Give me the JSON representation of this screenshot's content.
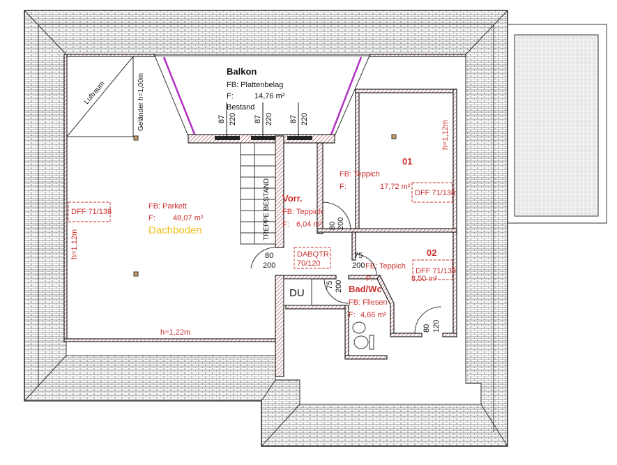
{
  "colors": {
    "room_text": "#cc2f2f",
    "attic_label": "#f0c020",
    "balcony_edge": "#b030c0",
    "wall_hatch": "#a04040"
  },
  "balkon": {
    "name": "Balkon",
    "floor": "FB: Plattenbelag",
    "area_label": "F:",
    "area": "14,76 m²",
    "note": "Bestand"
  },
  "windows": [
    {
      "w": "87",
      "h": "220"
    },
    {
      "w": "87",
      "h": "220"
    },
    {
      "w": "87",
      "h": "220"
    }
  ],
  "dachboden": {
    "name": "Dachboden",
    "floor": "FB: Parkett",
    "area_label": "F:",
    "area": "48,07 m²",
    "window": "DFF 71/138",
    "height_side": "h=1,12m",
    "height_bottom": "h=1,22m",
    "luftraum": "Luftraum",
    "gelaender": "Geländer h=1,00m"
  },
  "treppe": "TREPPE BESTAND",
  "vorr": {
    "name": "Vorr.",
    "floor": "FB: Teppich",
    "area_label": "F:",
    "area": "6,04 m²",
    "door_w": "80",
    "door_h": "200"
  },
  "room01": {
    "name": "01",
    "floor": "FB: Teppich",
    "area_label": "F:",
    "area": "17,72 m²",
    "window": "DFF 71/138",
    "height": "h=1,12m"
  },
  "room02": {
    "name": "02",
    "floor": "FB: Teppich",
    "area_label": "F:",
    "area": "8,50 m²",
    "window": "DFF 71/138",
    "door_w": "75",
    "door_h": "200",
    "door2_w": "80",
    "door2_h": "120"
  },
  "dabqtr": {
    "line1": "DABQTR",
    "line2": "70/120"
  },
  "stair_door": {
    "w": "80",
    "h": "200"
  },
  "du": "DU",
  "bad": {
    "name": "Bad/Wc",
    "floor": "FB: Fliesen",
    "area_label": "F:",
    "area": "4,66 m²",
    "door_w": "75",
    "door_h": "200"
  }
}
